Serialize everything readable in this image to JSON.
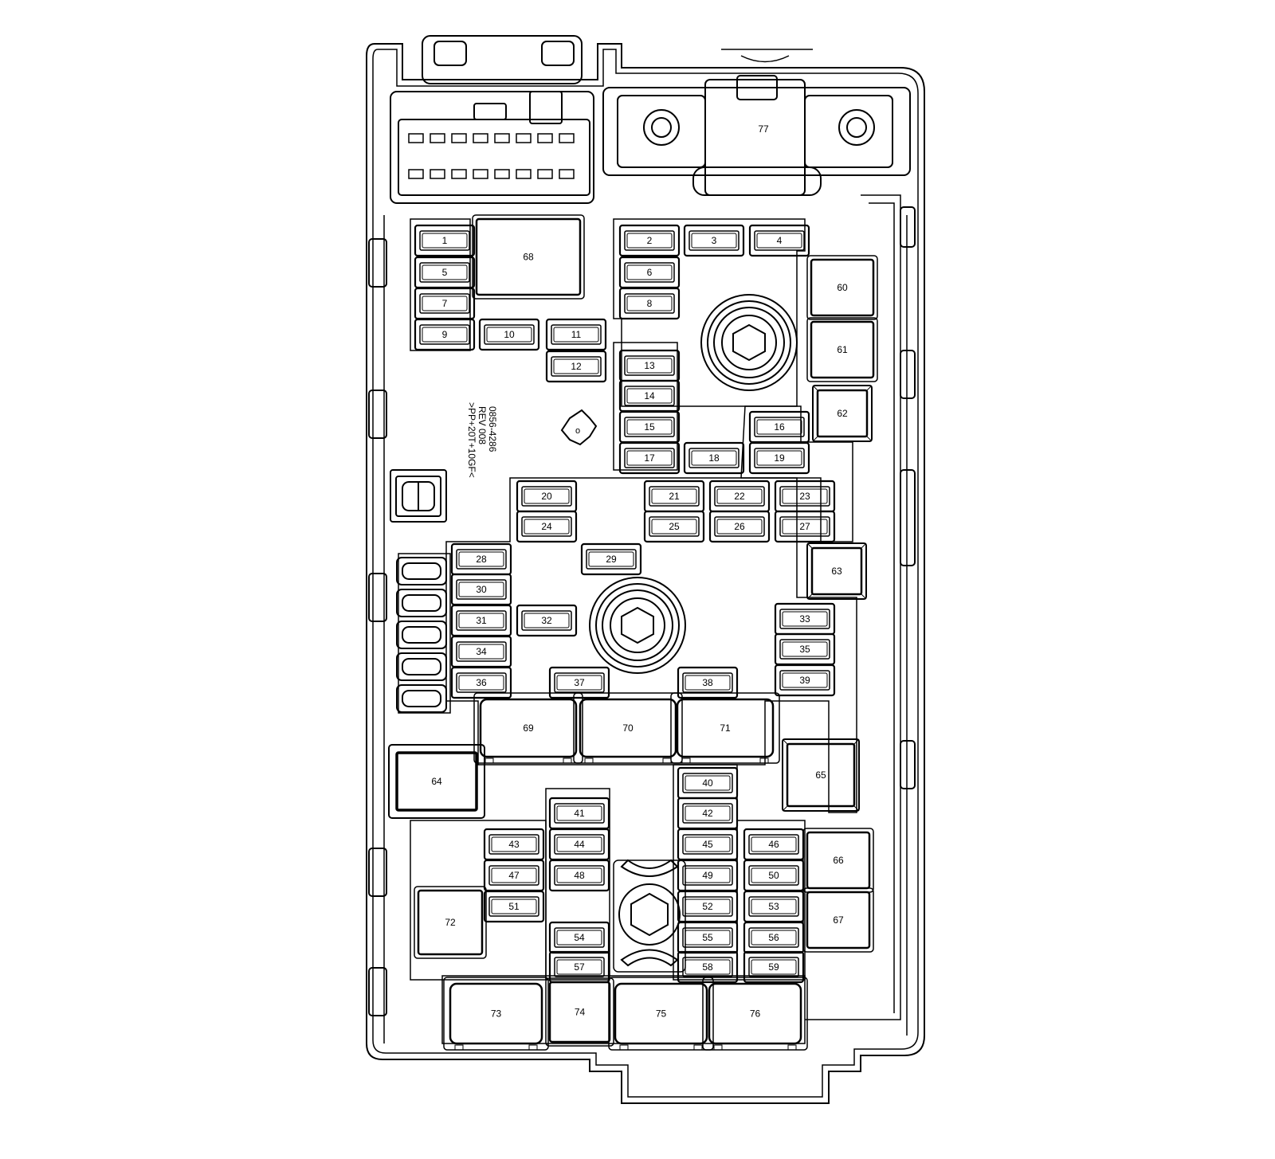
{
  "diagram": {
    "type": "fuse-box-layout",
    "part_label": [
      "0856-4286",
      "REV 008",
      ">PP+20T+10GF<"
    ],
    "fuses": {
      "f1": "1",
      "f2": "2",
      "f3": "3",
      "f4": "4",
      "f5": "5",
      "f6": "6",
      "f7": "7",
      "f8": "8",
      "f9": "9",
      "f10": "10",
      "f11": "11",
      "f12": "12",
      "f13": "13",
      "f14": "14",
      "f15": "15",
      "f16": "16",
      "f17": "17",
      "f18": "18",
      "f19": "19",
      "f20": "20",
      "f21": "21",
      "f22": "22",
      "f23": "23",
      "f24": "24",
      "f25": "25",
      "f26": "26",
      "f27": "27",
      "f28": "28",
      "f29": "29",
      "f30": "30",
      "f31": "31",
      "f32": "32",
      "f33": "33",
      "f34": "34",
      "f35": "35",
      "f36": "36",
      "f37": "37",
      "f38": "38",
      "f39": "39",
      "f40": "40",
      "f41": "41",
      "f42": "42",
      "f43": "43",
      "f44": "44",
      "f45": "45",
      "f46": "46",
      "f47": "47",
      "f48": "48",
      "f49": "49",
      "f50": "50",
      "f51": "51",
      "f52": "52",
      "f53": "53",
      "f54": "54",
      "f55": "55",
      "f56": "56",
      "f57": "57",
      "f58": "58",
      "f59": "59"
    },
    "relays": {
      "r60": "60",
      "r61": "61",
      "r62": "62",
      "r63": "63",
      "r64": "64",
      "r65": "65",
      "r66": "66",
      "r67": "67",
      "r68": "68",
      "r69": "69",
      "r70": "70",
      "r71": "71",
      "r72": "72",
      "r73": "73",
      "r74": "74",
      "r75": "75",
      "r76": "76",
      "r77": "77"
    },
    "colors": {
      "stroke": "#000000",
      "fill": "#ffffff"
    }
  }
}
